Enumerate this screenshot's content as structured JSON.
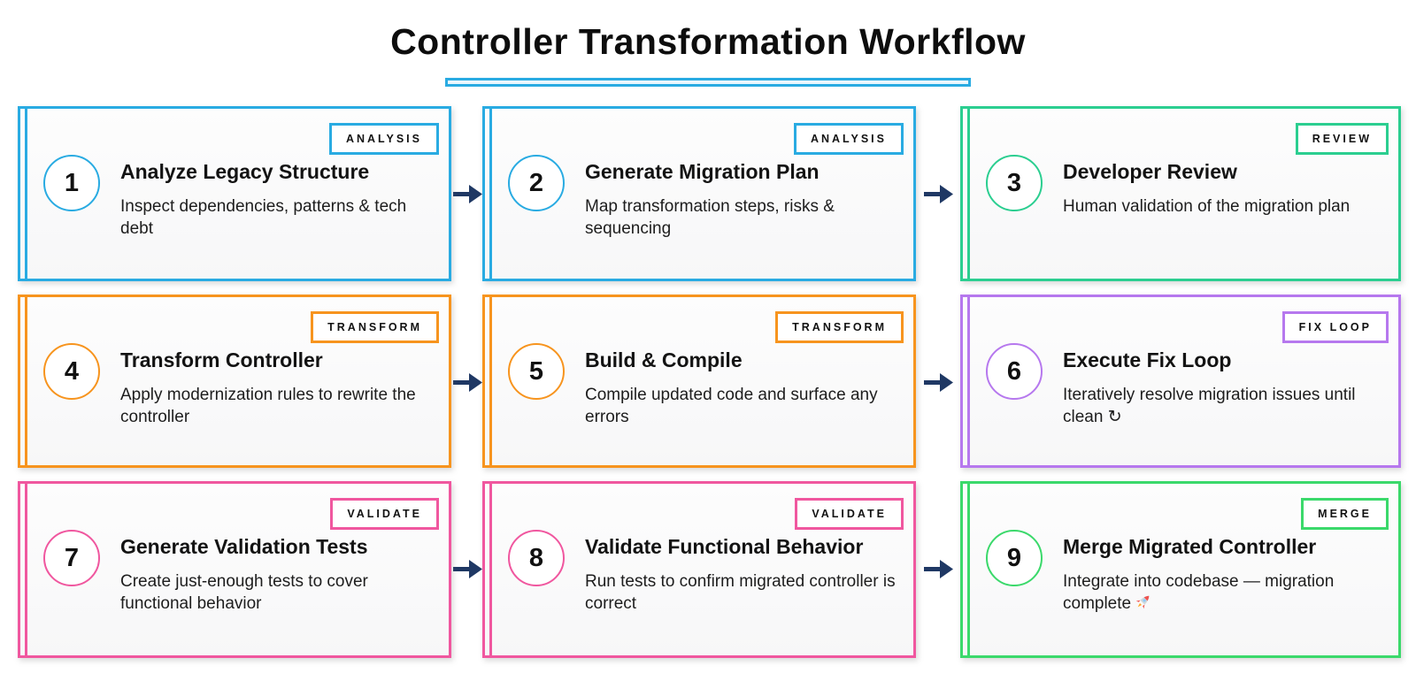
{
  "page": {
    "title": "Controller Transformation Workflow"
  },
  "colors": {
    "analysis_blue": "#29ABE2",
    "review_green": "#2BCE90",
    "transform_orange": "#F7941E",
    "fix_loop_purple": "#B678EE",
    "validate_pink": "#F0579F",
    "merge_green": "#3BD96B",
    "arrow_navy": "#1F3864",
    "title_underline_cyan": "#29ABE2"
  },
  "cards": [
    {
      "number": "1",
      "badge": "ANALYSIS",
      "title": "Analyze Legacy Structure",
      "description": "Inspect dependencies, patterns & tech debt",
      "accent": "#29ABE2"
    },
    {
      "number": "2",
      "badge": "ANALYSIS",
      "title": "Generate Migration Plan",
      "description": "Map transformation steps, risks & sequencing",
      "accent": "#29ABE2"
    },
    {
      "number": "3",
      "badge": "REVIEW",
      "title": "Developer Review",
      "description": "Human validation of the migration plan",
      "accent": "#2BCE90"
    },
    {
      "number": "4",
      "badge": "TRANSFORM",
      "title": "Transform Controller",
      "description": "Apply modernization rules to rewrite the controller",
      "accent": "#F7941E"
    },
    {
      "number": "5",
      "badge": "TRANSFORM",
      "title": "Build & Compile",
      "description": "Compile updated code and surface any errors",
      "accent": "#F7941E"
    },
    {
      "number": "6",
      "badge": "FIX LOOP",
      "title": "Execute Fix Loop",
      "description": "Iteratively resolve migration issues until clean ↻",
      "accent": "#B678EE"
    },
    {
      "number": "7",
      "badge": "VALIDATE",
      "title": "Generate Validation Tests",
      "description": "Create just-enough tests to cover functional behavior",
      "accent": "#F0579F"
    },
    {
      "number": "8",
      "badge": "VALIDATE",
      "title": "Validate Functional Behavior",
      "description": "Run tests to confirm migrated controller is correct",
      "accent": "#F0579F"
    },
    {
      "number": "9",
      "badge": "MERGE",
      "title": "Merge Migrated Controller",
      "description": "Integrate into codebase — migration complete",
      "emoji": "🚀",
      "accent": "#3BD96B"
    }
  ]
}
